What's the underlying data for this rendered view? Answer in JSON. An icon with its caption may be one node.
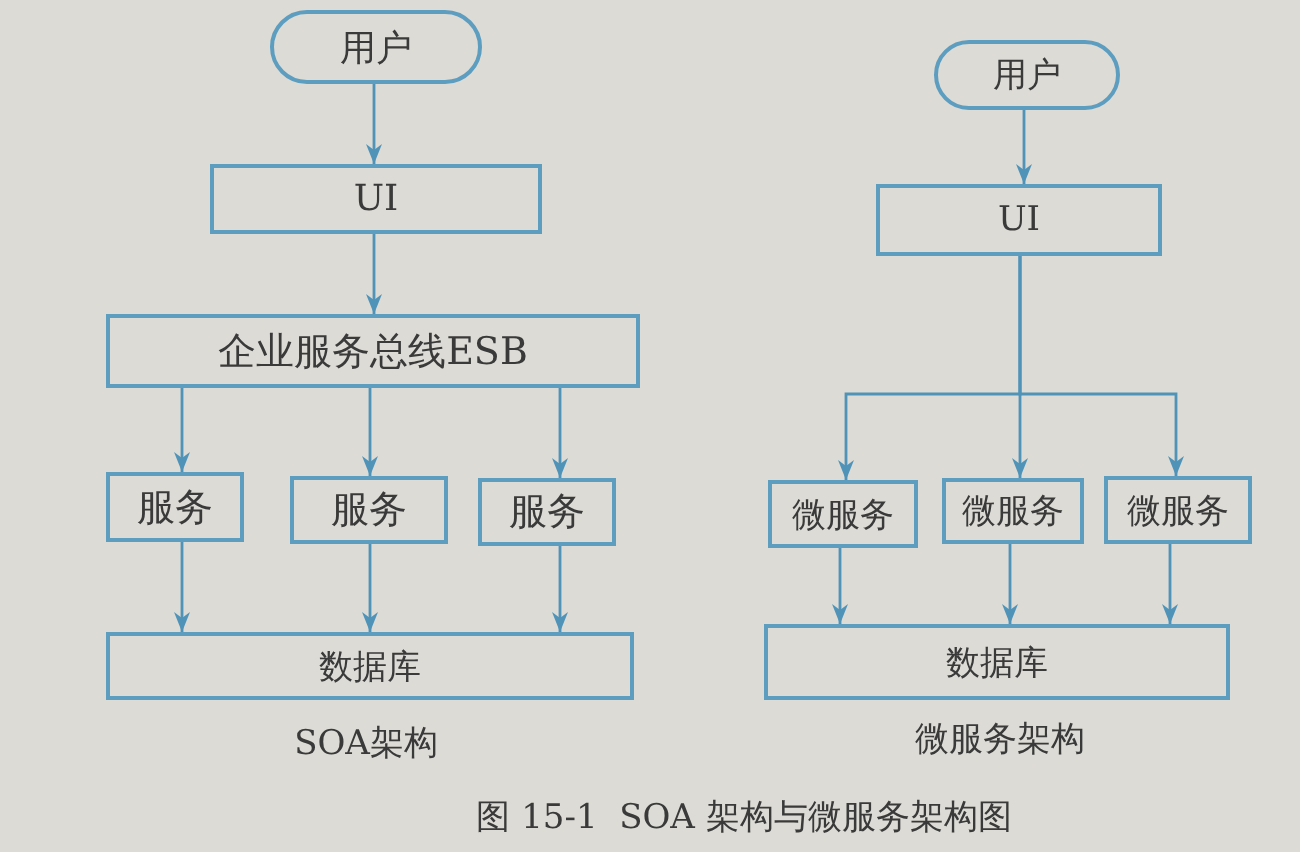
{
  "diagram": {
    "caption": "图 15-1  SOA 架构与微服务架构图",
    "nodes": [
      {
        "text": [
          "用户"
        ]
      },
      {
        "text": [
          "UI"
        ]
      },
      {
        "text": [
          "企业服务总线ESB"
        ]
      },
      {
        "text": [
          "服务"
        ]
      },
      {
        "text": [
          "服务"
        ]
      },
      {
        "text": [
          "服务"
        ]
      },
      {
        "text": [
          "数据库"
        ]
      },
      {
        "text": [
          "用户"
        ]
      },
      {
        "text": [
          "UI"
        ]
      },
      {
        "text": [
          "微服务"
        ]
      },
      {
        "text": [
          "微服务"
        ]
      },
      {
        "text": [
          "微服务"
        ]
      },
      {
        "text": [
          "数据库"
        ]
      }
    ],
    "edges": [
      {
        "from": 0,
        "to": 1,
        "arrow": "to"
      },
      {
        "from": 1,
        "to": 2,
        "arrow": "to"
      },
      {
        "from": 2,
        "to": 3,
        "arrow": "to"
      },
      {
        "from": 2,
        "to": 4,
        "arrow": "to"
      },
      {
        "from": 2,
        "to": 5,
        "arrow": "to"
      },
      {
        "from": 3,
        "to": 6,
        "arrow": "to"
      },
      {
        "from": 4,
        "to": 6,
        "arrow": "to"
      },
      {
        "from": 5,
        "to": 6,
        "arrow": "to"
      },
      {
        "from": 7,
        "to": 8,
        "arrow": "to"
      },
      {
        "from": 8,
        "to": 9,
        "arrow": "to"
      },
      {
        "from": 8,
        "to": 10,
        "arrow": "to"
      },
      {
        "from": 8,
        "to": 11,
        "arrow": "to"
      },
      {
        "from": 9,
        "to": 12,
        "arrow": "to"
      },
      {
        "from": 10,
        "to": 12,
        "arrow": "to"
      },
      {
        "from": 11,
        "to": 12,
        "arrow": "to"
      }
    ],
    "labels": [
      "SOA架构",
      "微服务架构"
    ]
  }
}
